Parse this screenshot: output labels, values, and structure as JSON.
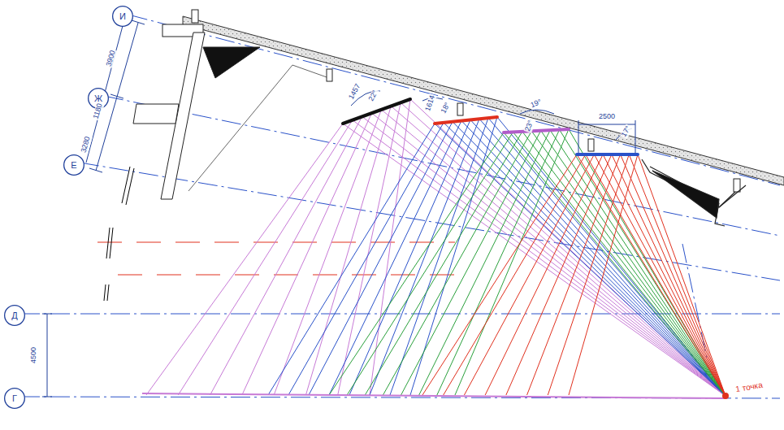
{
  "diagram": {
    "nodes": [
      {
        "text": [
          "И"
        ]
      },
      {
        "text": [
          "Ж"
        ]
      },
      {
        "text": [
          "Е"
        ]
      },
      {
        "text": [
          "Д"
        ]
      },
      {
        "text": [
          "Г"
        ]
      }
    ],
    "labels": [
      "3900",
      "1180",
      "3280",
      "4500",
      "1457",
      "22°",
      "1614",
      "18°",
      "19°",
      "23°",
      "2500",
      "17°",
      "1 точка"
    ]
  }
}
